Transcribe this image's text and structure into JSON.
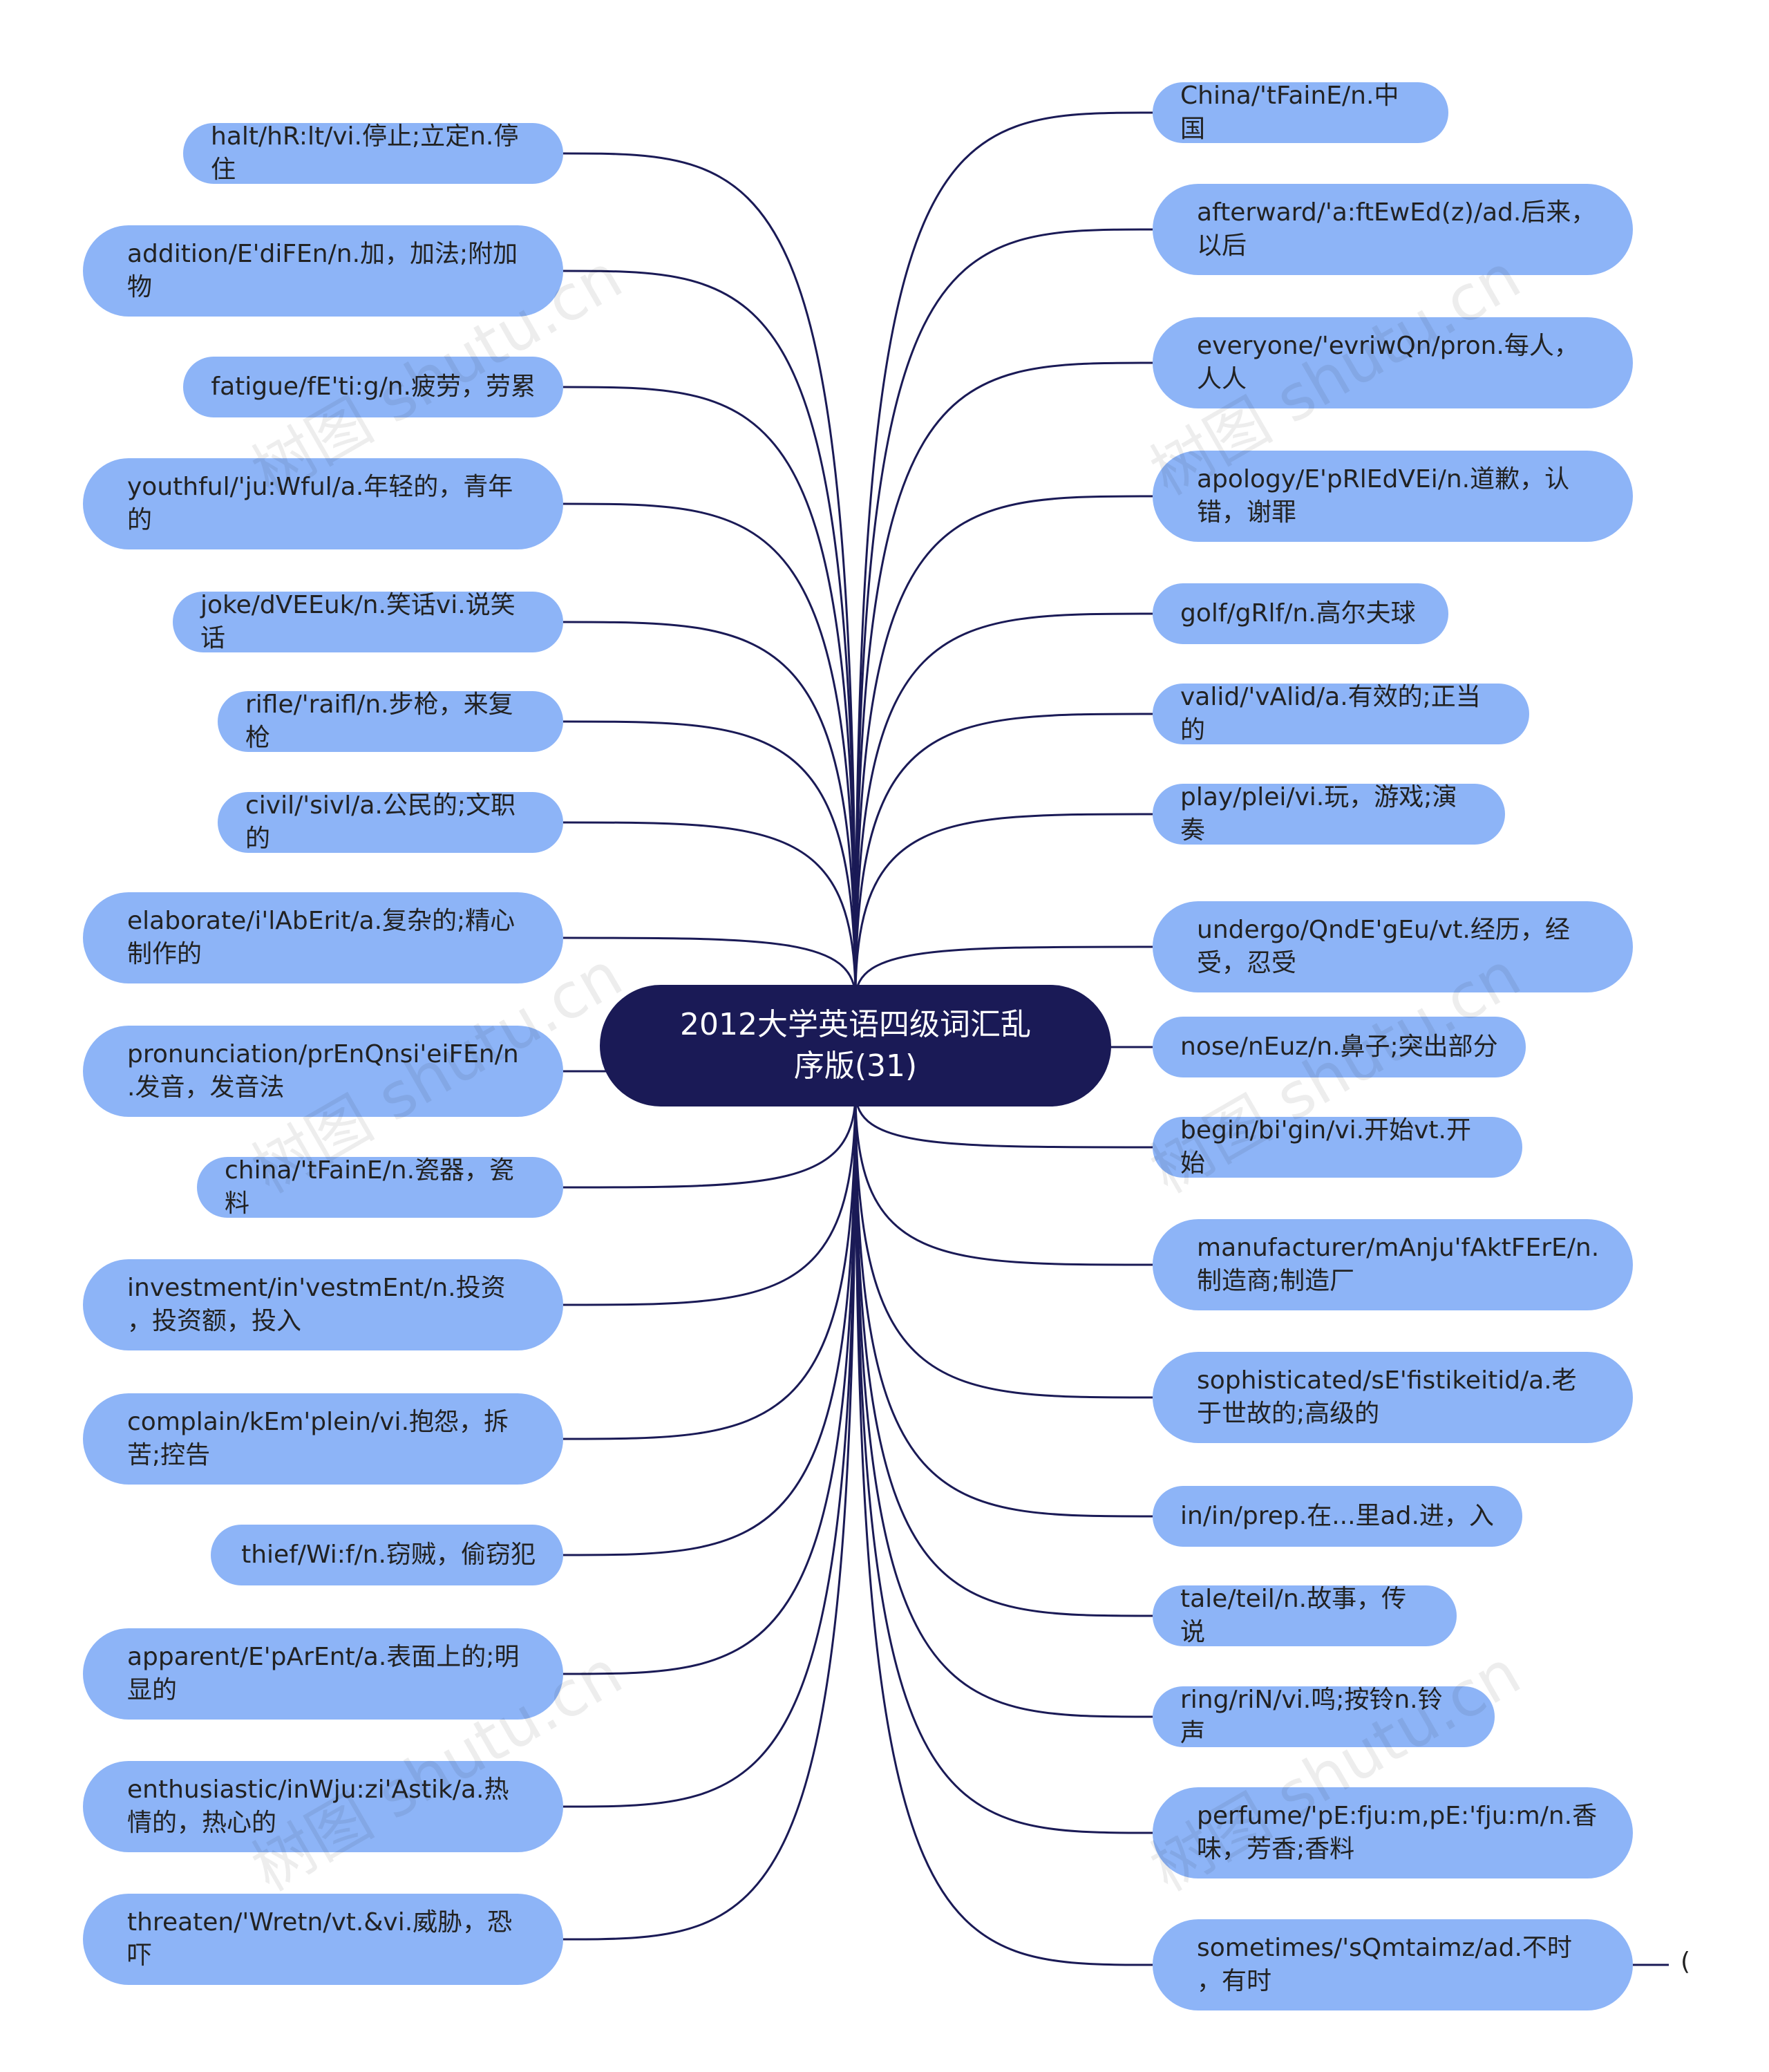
{
  "root": {
    "label": "2012大学英语四级词汇乱\n序版(31)"
  },
  "left_nodes": [
    "halt/hR:lt/vi.停止;立定n.停住",
    "addition/E'diFEn/n.加，加法;附加\n物",
    "fatigue/fE'ti:g/n.疲劳，劳累",
    "youthful/'ju:Wful/a.年轻的，青年\n的",
    "joke/dVEEuk/n.笑话vi.说笑话",
    "rifle/'raifl/n.步枪，来复枪",
    "civil/'sivl/a.公民的;文职的",
    "elaborate/i'lAbErit/a.复杂的;精心\n制作的",
    "pronunciation/prEnQnsi'eiFEn/n\n.发音，发音法",
    "china/'tFainE/n.瓷器，瓷料",
    "investment/in'vestmEnt/n.投资\n，投资额，投入",
    "complain/kEm'plein/vi.抱怨，拆\n苦;控告",
    "thief/Wi:f/n.窃贼，偷窃犯",
    "apparent/E'pArEnt/a.表面上的;明\n显的",
    "enthusiastic/inWju:zi'Astik/a.热\n情的，热心的",
    "threaten/'Wretn/vt.&vi.威胁，恐\n吓"
  ],
  "right_nodes": [
    "China/'tFainE/n.中国",
    "afterward/'a:ftEwEd(z)/ad.后来，\n以后",
    "everyone/'evriwQn/pron.每人，\n人人",
    "apology/E'pRlEdVEi/n.道歉，认\n错，谢罪",
    "golf/gRlf/n.高尔夫球",
    "valid/'vAlid/a.有效的;正当的",
    "play/plei/vi.玩，游戏;演奏",
    "undergo/QndE'gEu/vt.经历，经\n受，忍受",
    "nose/nEuz/n.鼻子;突出部分",
    "begin/bi'gin/vi.开始vt.开始",
    "manufacturer/mAnju'fAktFErE/n.\n制造商;制造厂",
    "sophisticated/sE'fistikeitid/a.老\n于世故的;高级的",
    "in/in/prep.在...里ad.进，入",
    "tale/teil/n.故事，传说",
    "ring/riN/vi.鸣;按铃n.铃声",
    "perfume/'pE:fju:m,pE:'fju:m/n.香\n味，芳香;香料",
    "sometimes/'sQmtaimz/ad.不时\n，有时"
  ],
  "tail_fragment": "(",
  "watermark": "树图 shutu.cn",
  "colors": {
    "node": "#8db4f7",
    "root": "#1a1a56",
    "line": "#1a1a56"
  }
}
